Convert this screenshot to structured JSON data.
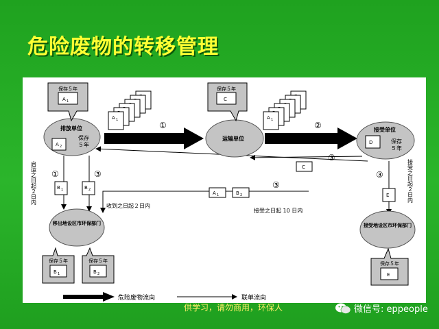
{
  "slide": {
    "title": "危险废物的转移管理",
    "footer_note": "供学习，请勿商用，环保人",
    "wechat_label": "微信号: eppeople"
  },
  "diagram": {
    "nodes": {
      "discharger": "排放单位",
      "transporter": "运输单位",
      "receiver": "接受单位",
      "origin_agency": "移出地设区市环保部门",
      "dest_agency": "接受地设区市环保部门"
    },
    "retain_label": "保存５年",
    "retain_short_1": "保存",
    "retain_short_2": "５年",
    "forms": {
      "A1": "A",
      "A2": "A",
      "B1": "B",
      "B2": "B",
      "C": "C",
      "D": "D",
      "E": "E"
    },
    "subscripts": {
      "one": "1",
      "two": "2"
    },
    "step_markers": {
      "one": "①",
      "two": "②",
      "three": "③"
    },
    "annotations": {
      "within_2_days_receipt": "收到之日起２日内",
      "within_10_days_accept": "接受之日起 10 日内",
      "left_vertical": "启运之日起２日内",
      "right_vertical": "接受之日起２日内"
    },
    "legend": {
      "waste_flow": "危险废物流向",
      "manifest_flow": "联单流向"
    }
  }
}
